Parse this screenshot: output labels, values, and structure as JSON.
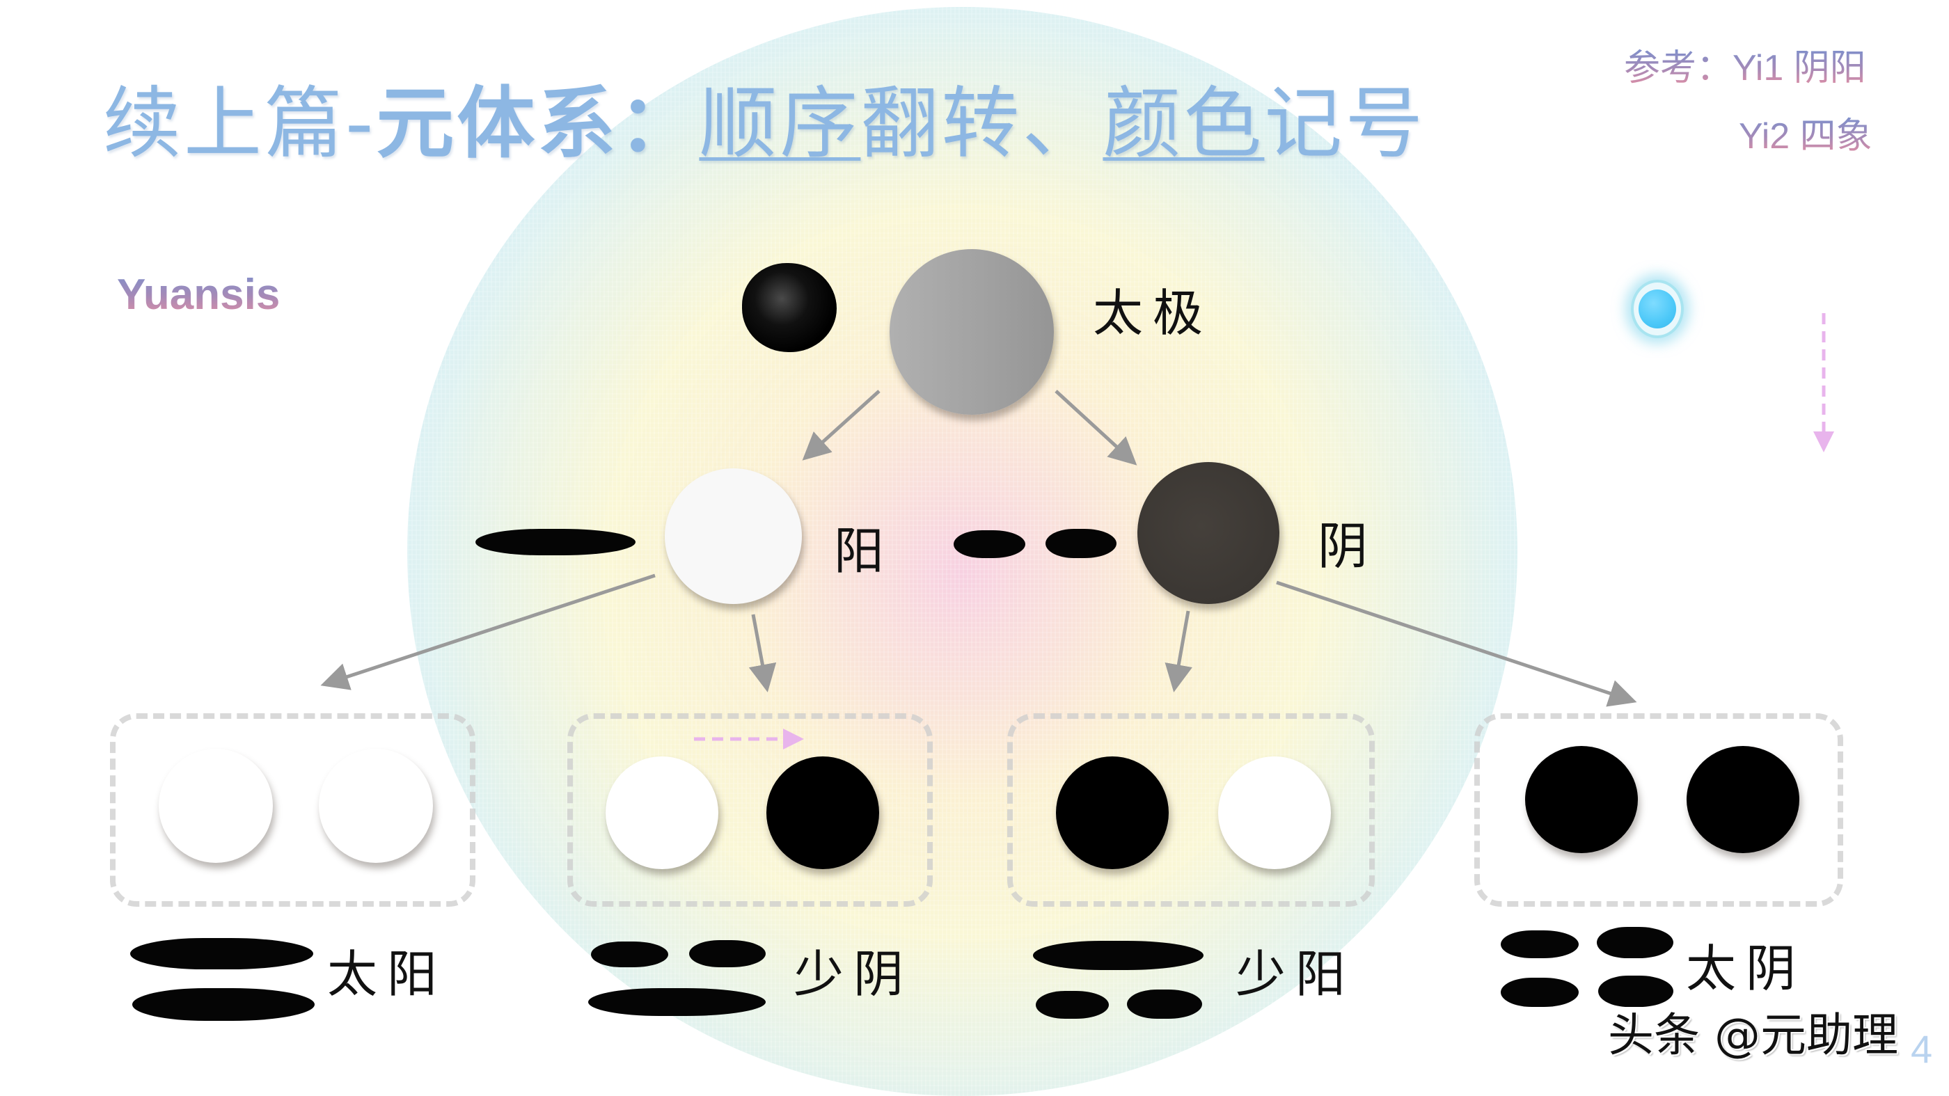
{
  "title": {
    "prefix": "续上篇-",
    "bold": "元体系：",
    "underlined_1": "顺序",
    "plain_1": "翻转、",
    "underlined_2": "颜色",
    "plain_2": "记号"
  },
  "reference": {
    "line1_label": "参考：",
    "line1_value": "Yi1 阴阳",
    "line2_value": "Yi2 四象"
  },
  "brand": "Yuansis",
  "colors": {
    "title": "#8db7e3",
    "reference_gradient_top": "#7d90cc",
    "reference_gradient_bottom": "#e68ea2",
    "taiji_gray": "#a3a3a3",
    "yang_white": "#f7f7f7",
    "yin_dark": "#3b3733",
    "solid_black": "#000000",
    "arrow_gray": "#9a9a9a",
    "dashed_arrow_pink": "#e8b4ec",
    "box_border": "#d4d4d4",
    "orb_blue": "#4cc8f8"
  },
  "diagram": {
    "root": {
      "label": "太极",
      "color": "gray"
    },
    "level1": [
      {
        "label": "阳",
        "color": "white",
        "trigram": "solid"
      },
      {
        "label": "阴",
        "color": "dark",
        "trigram": "broken"
      }
    ],
    "level2": [
      {
        "label": "太阳",
        "circles": [
          "white",
          "white"
        ],
        "trigram": [
          "solid",
          "solid"
        ]
      },
      {
        "label": "少阴",
        "circles": [
          "white",
          "black"
        ],
        "trigram": [
          "broken",
          "solid"
        ]
      },
      {
        "label": "少阳",
        "circles": [
          "black",
          "white"
        ],
        "trigram": [
          "solid",
          "broken"
        ]
      },
      {
        "label": "太阴",
        "circles": [
          "black",
          "black"
        ],
        "trigram": [
          "broken",
          "broken"
        ]
      }
    ]
  },
  "watermark": "头条 @元助理",
  "page_number": "4"
}
